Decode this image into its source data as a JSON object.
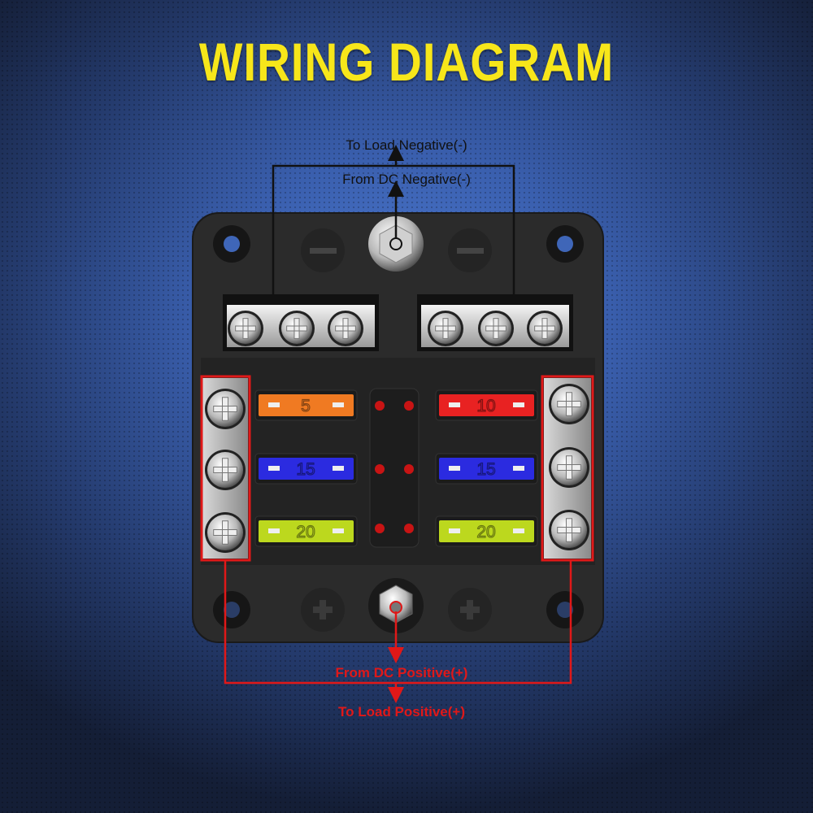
{
  "title": "WIRING DIAGRAM",
  "labels": {
    "to_load_negative": "To Load Negative(-)",
    "from_dc_negative": "From DC Negative(-)",
    "from_dc_positive": "From DC Positive(+)",
    "to_load_positive": "To Load Positive(+)"
  },
  "fuses": {
    "left": [
      {
        "rating": "5",
        "color": "#f07a22"
      },
      {
        "rating": "15",
        "color": "#2b2be0"
      },
      {
        "rating": "20",
        "color": "#bcd81e"
      }
    ],
    "right": [
      {
        "rating": "10",
        "color": "#e82222"
      },
      {
        "rating": "15",
        "color": "#2b2be0"
      },
      {
        "rating": "20",
        "color": "#bcd81e"
      }
    ]
  },
  "colors": {
    "title": "#f7e61a",
    "negative_wire": "#111111",
    "positive_wire": "#e01818",
    "led": "#c81414"
  }
}
